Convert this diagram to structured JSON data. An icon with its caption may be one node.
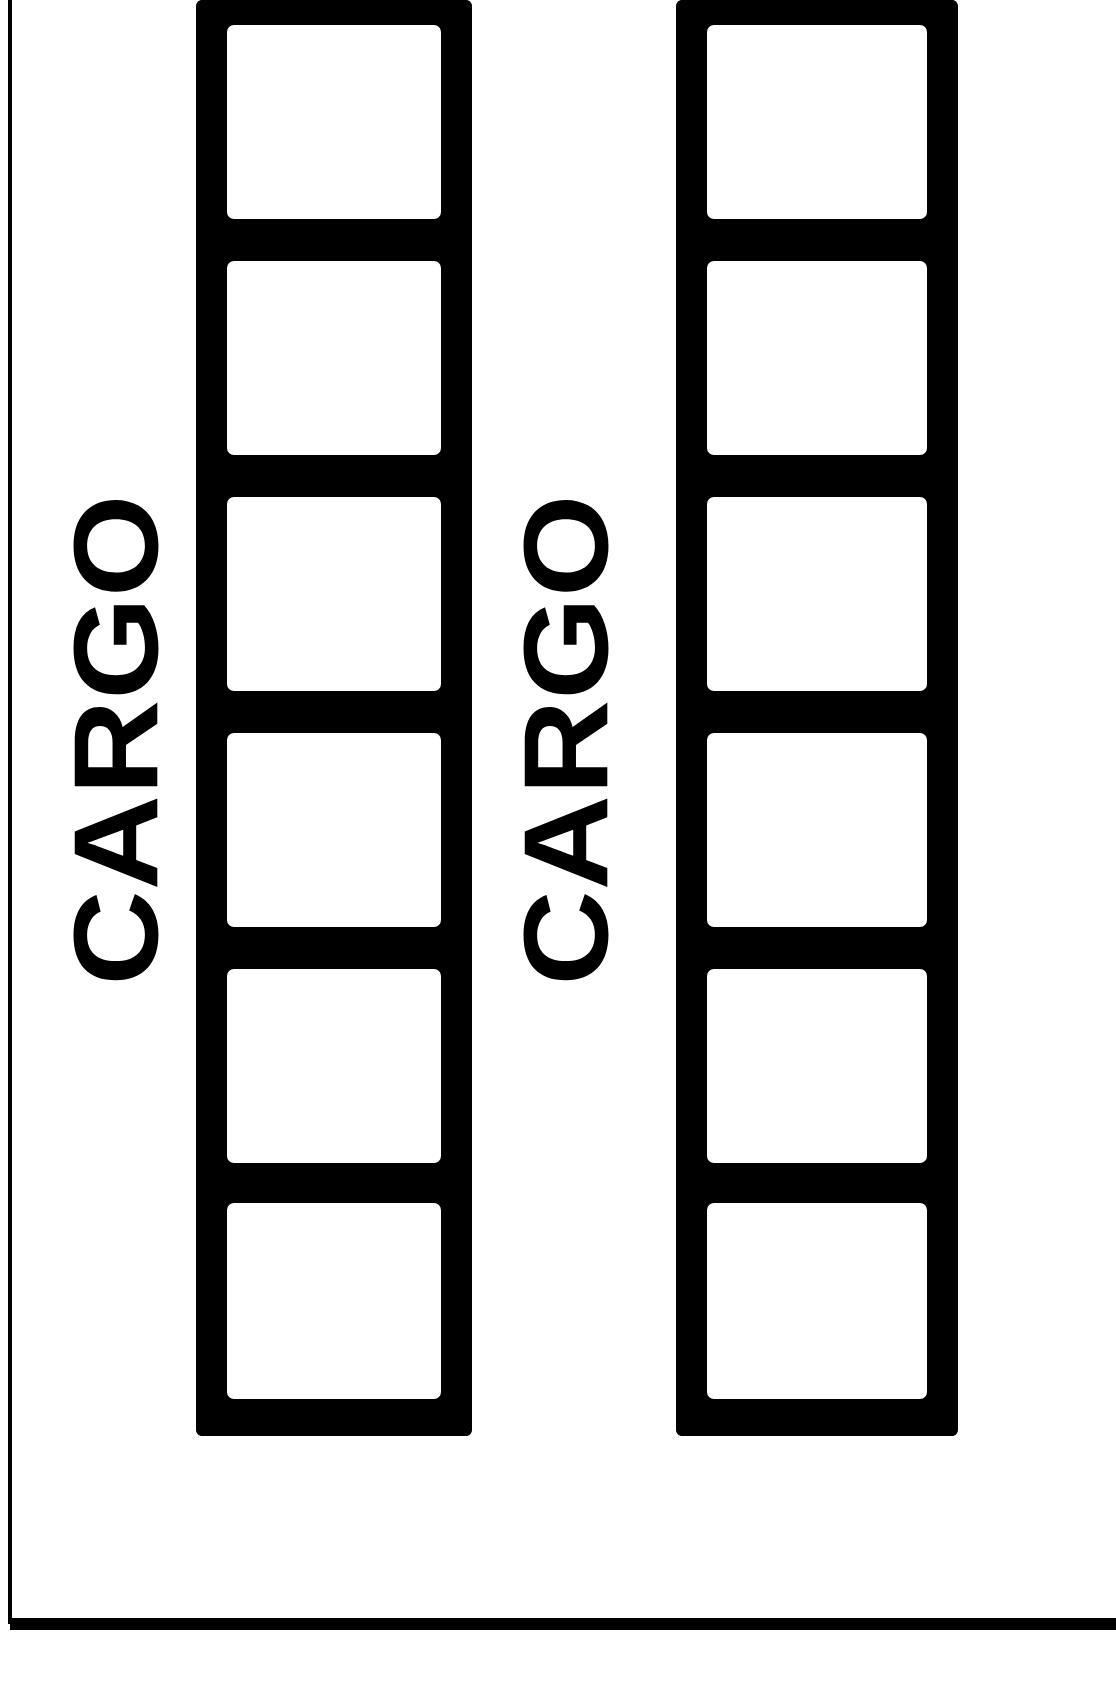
{
  "diagram": {
    "nodes": [
      {
        "text": [],
        "shape": "bar"
      },
      {
        "text": [],
        "shape": "box",
        "in": 0
      },
      {
        "text": [],
        "shape": "box",
        "in": 0
      },
      {
        "text": [],
        "shape": "box",
        "in": 0
      },
      {
        "text": [],
        "shape": "box",
        "in": 0
      },
      {
        "text": [],
        "shape": "box",
        "in": 0
      },
      {
        "text": [],
        "shape": "box",
        "in": 0
      },
      {
        "text": [],
        "shape": "bar"
      },
      {
        "text": [],
        "shape": "box",
        "in": 7
      },
      {
        "text": [],
        "shape": "box",
        "in": 7
      },
      {
        "text": [],
        "shape": "box",
        "in": 7
      },
      {
        "text": [],
        "shape": "box",
        "in": 7
      },
      {
        "text": [],
        "shape": "box",
        "in": 7
      },
      {
        "text": [],
        "shape": "box",
        "in": 7
      }
    ],
    "labels": [
      "CARGO",
      "CARGO"
    ]
  }
}
